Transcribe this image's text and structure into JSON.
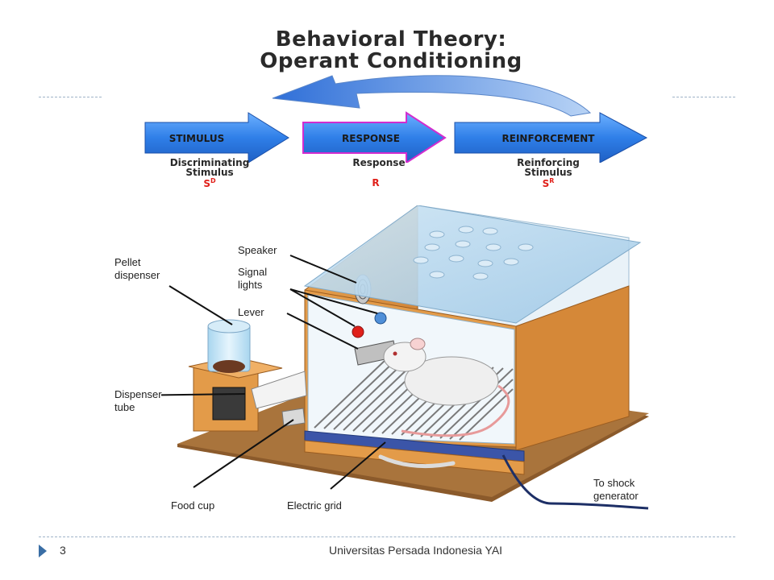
{
  "title": [
    "Behavioral Theory:",
    "Operant Conditioning"
  ],
  "flow": [
    {
      "label": "STIMULUS",
      "sub": [
        "Discriminating",
        "Stimulus"
      ],
      "symbol": "S",
      "sup": "D"
    },
    {
      "label": "RESPONSE",
      "sub": [
        "Response"
      ],
      "symbol": "R",
      "sup": ""
    },
    {
      "label": "REINFORCEMENT",
      "sub": [
        "Reinforcing",
        "Stimulus"
      ],
      "symbol": "S",
      "sup": "R"
    }
  ],
  "labels": {
    "pellet_dispenser": [
      "Pellet",
      "dispenser"
    ],
    "speaker": "Speaker",
    "signal_lights": [
      "Signal",
      "lights"
    ],
    "lever": "Lever",
    "dispenser_tube": [
      "Dispenser",
      "tube"
    ],
    "food_cup": "Food cup",
    "electric_grid": "Electric grid",
    "shock": [
      "To shock",
      "generator"
    ]
  },
  "footer": {
    "page_number": "3",
    "text": "Universitas Persada Indonesia YAI"
  },
  "colors": {
    "arrow_blue": "#2f7fe8",
    "signal_red": "#e0201a",
    "wood": "#d98d3c",
    "accent": "#3a6ea5"
  }
}
